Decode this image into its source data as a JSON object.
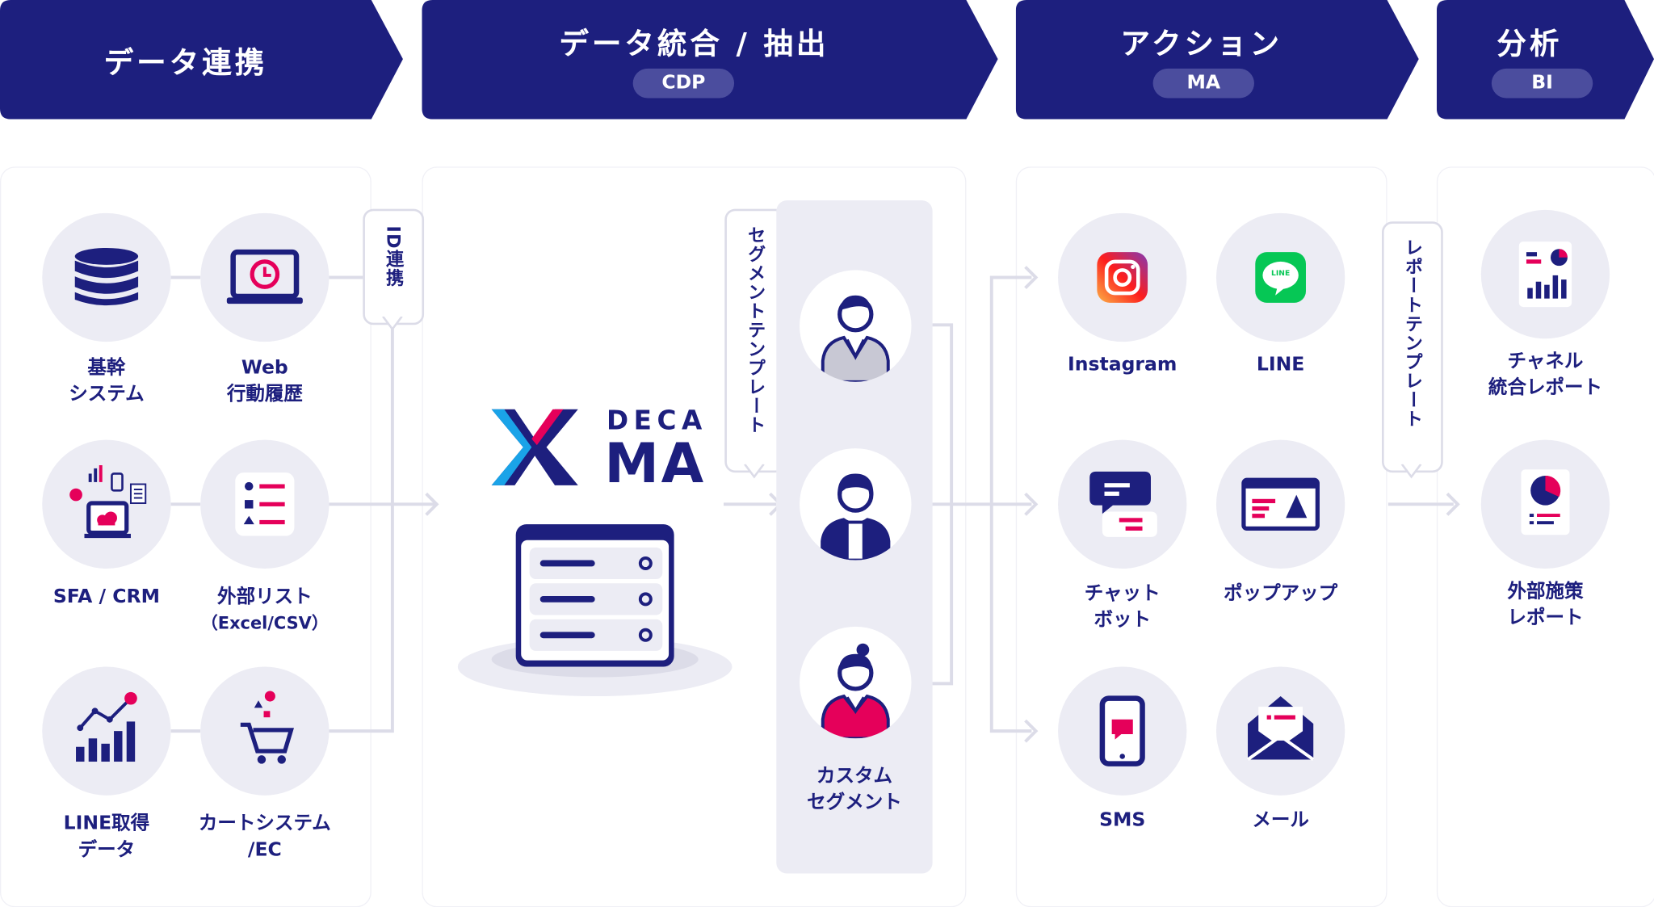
{
  "headers": [
    {
      "title": "データ連携",
      "pill": ""
    },
    {
      "title": "データ統合 / 抽出",
      "pill": "CDP"
    },
    {
      "title": "アクション",
      "pill": "MA"
    },
    {
      "title": "分析",
      "pill": "BI"
    }
  ],
  "sources": {
    "core_system": [
      "基幹",
      "システム"
    ],
    "web_history": [
      "Web",
      "行動履歴"
    ],
    "sfa_crm": [
      "SFA / CRM"
    ],
    "external_list": [
      "外部リスト",
      "（Excel/CSV）"
    ],
    "line_data": [
      "LINE取得",
      "データ"
    ],
    "cart_system": [
      "カートシステム",
      "/EC"
    ]
  },
  "tags": {
    "id_link": "ID連携",
    "segment_template": "セグメントテンプレート",
    "report_template": "レポートテンプレート"
  },
  "product": {
    "brand_top": "DECA",
    "brand_main": "MA"
  },
  "segments": {
    "label": [
      "カスタム",
      "セグメント"
    ]
  },
  "actions": {
    "instagram": [
      "Instagram"
    ],
    "line": [
      "LINE"
    ],
    "line_icon_text": "LINE",
    "chatbot": [
      "チャット",
      "ボット"
    ],
    "popup": [
      "ポップアップ"
    ],
    "sms": [
      "SMS"
    ],
    "mail": [
      "メール"
    ]
  },
  "reports": {
    "channel_report": [
      "チャネル",
      "統合レポート"
    ],
    "external_report": [
      "外部施策",
      "レポート"
    ]
  },
  "colors": {
    "navy": "#1d1f7e",
    "pink": "#e5005a",
    "line_green": "#06c755",
    "circle_bg": "#ececf4",
    "connector": "#dcdce8"
  }
}
